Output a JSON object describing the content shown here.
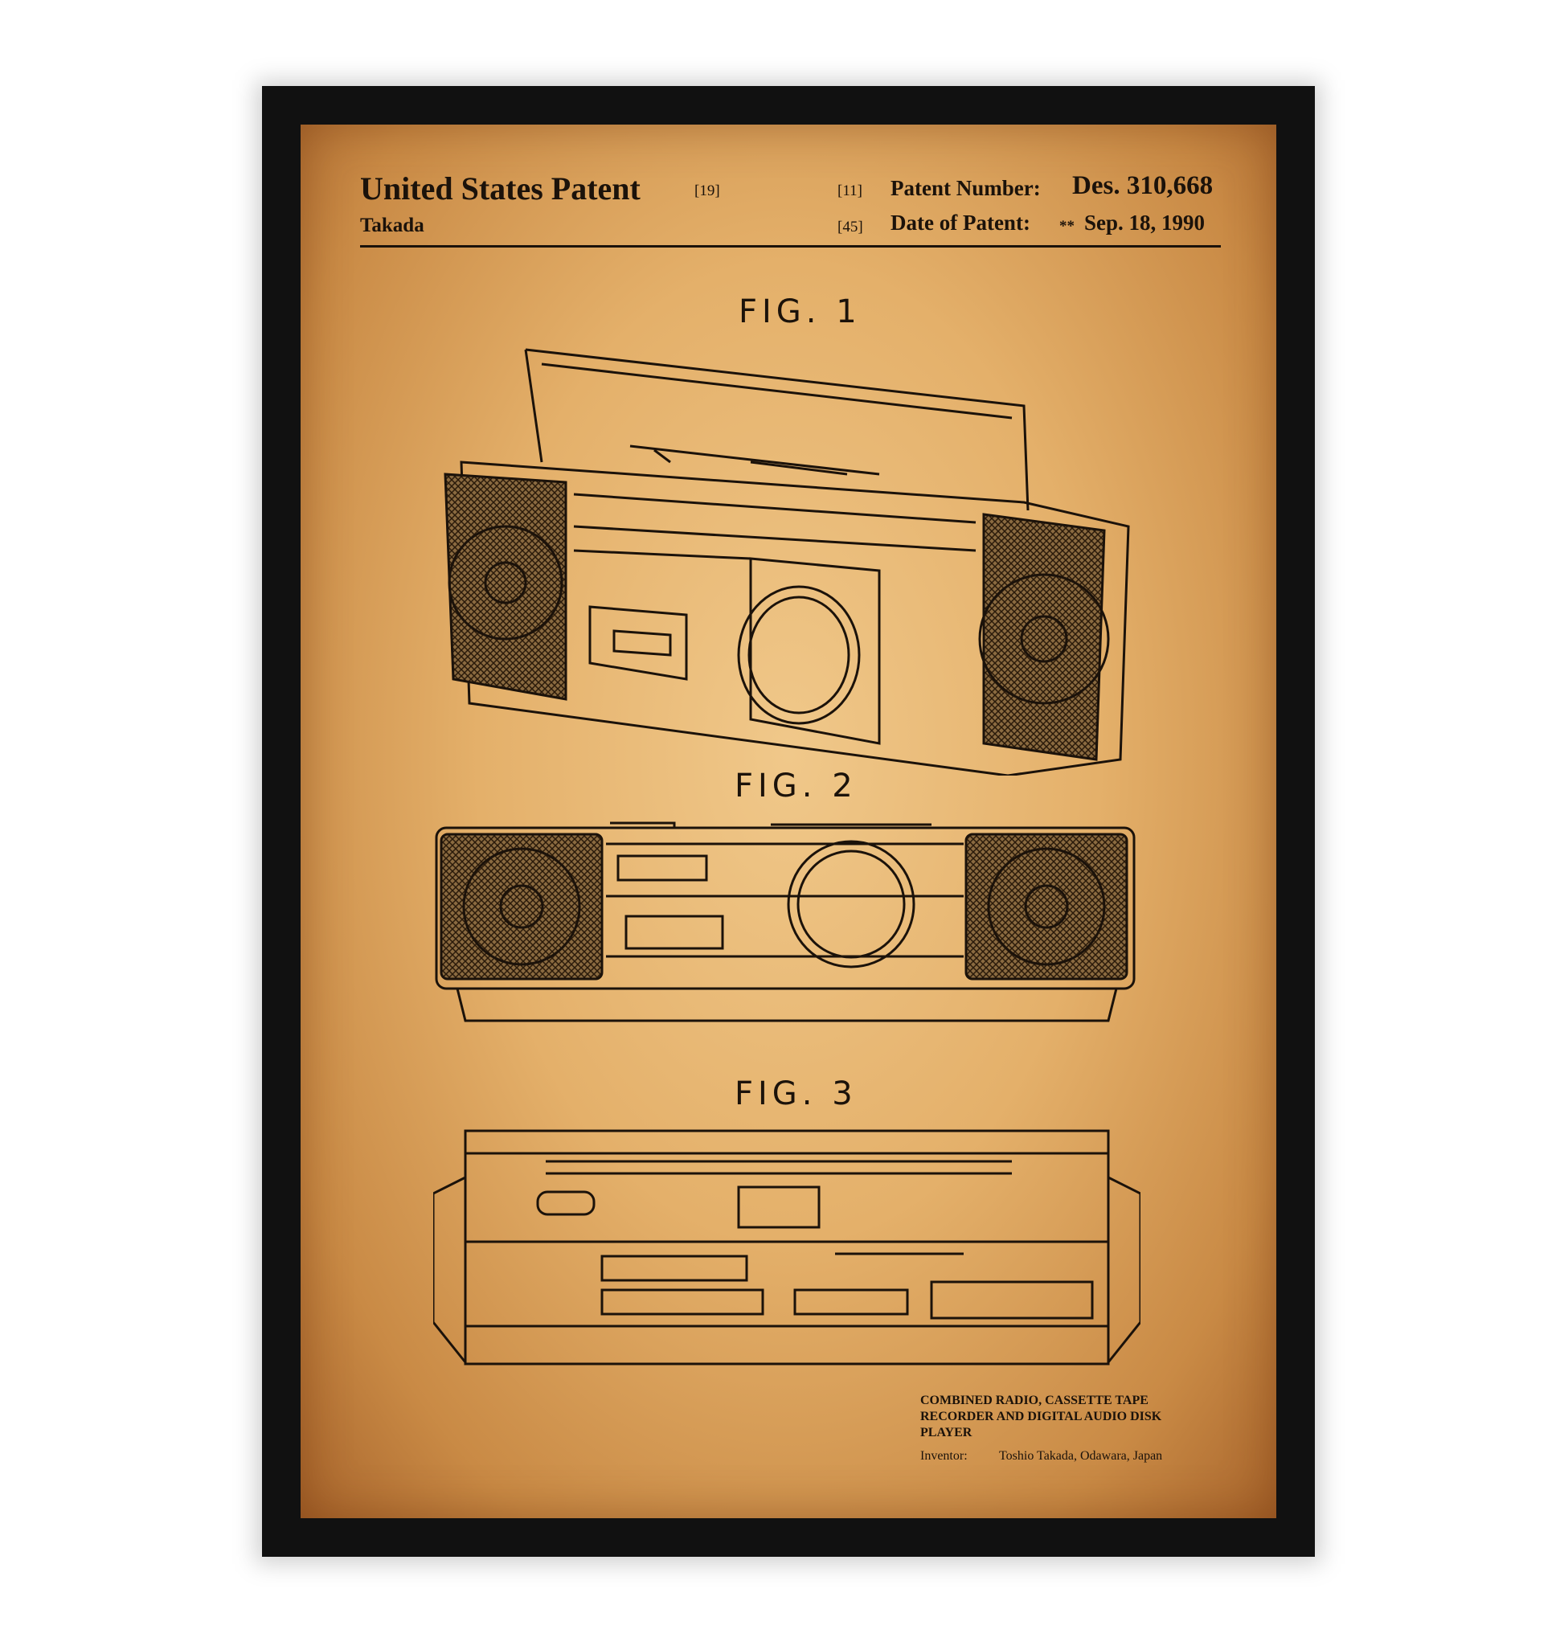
{
  "header": {
    "title": "United States Patent",
    "title_ref": "[19]",
    "inventor_short": "Takada",
    "number_ref": "[11]",
    "number_label": "Patent Number:",
    "number_value": "Des. 310,668",
    "date_ref": "[45]",
    "date_label": "Date of Patent:",
    "date_mark": "**",
    "date_value": "Sep. 18, 1990"
  },
  "figures": [
    "FIG. 1",
    "FIG. 2",
    "FIG. 3"
  ],
  "footer": {
    "title_lines": [
      "COMBINED RADIO, CASSETTE TAPE",
      "RECORDER AND DIGITAL AUDIO DISK",
      "PLAYER"
    ],
    "inventor_label": "Inventor:",
    "inventor_value": "Toshio Takada, Odawara, Japan"
  }
}
